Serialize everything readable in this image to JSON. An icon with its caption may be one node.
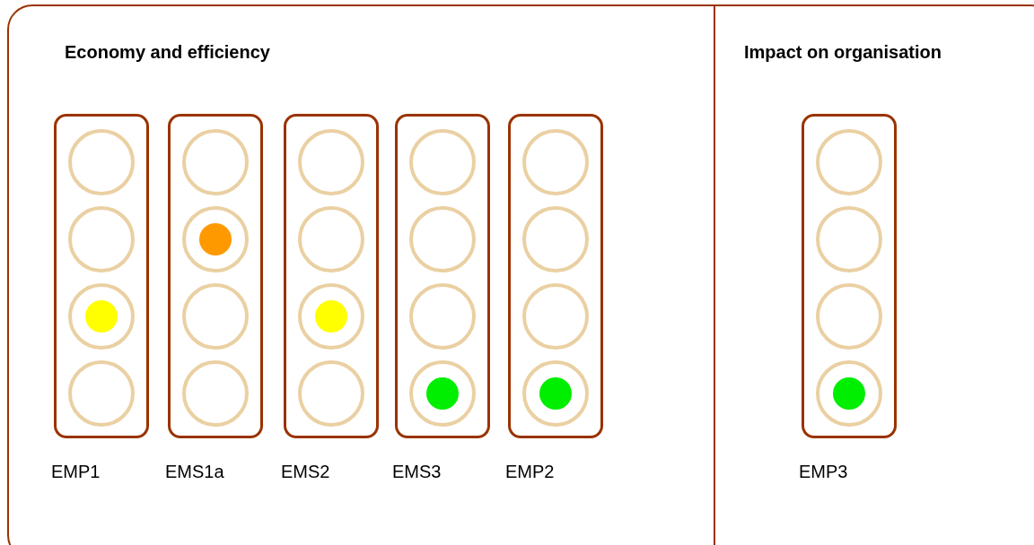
{
  "diagram": {
    "nodes": [
      {
        "text": [
          "Economy and efficiency"
        ]
      },
      {
        "text": [
          "EMP1"
        ],
        "in": 0
      },
      {
        "text": [],
        "shape": "circle",
        "in": 1
      },
      {
        "text": [],
        "shape": "circle",
        "in": 1
      },
      {
        "text": [],
        "shape": "circle",
        "in": 1
      },
      {
        "text": [],
        "shape": "circle",
        "in": 1
      },
      {
        "text": [
          "EMS1a"
        ],
        "in": 0
      },
      {
        "text": [],
        "shape": "circle",
        "in": 6
      },
      {
        "text": [],
        "shape": "circle",
        "in": 6
      },
      {
        "text": [],
        "shape": "circle",
        "in": 6
      },
      {
        "text": [],
        "shape": "circle",
        "in": 6
      },
      {
        "text": [
          "EMS2"
        ],
        "in": 0
      },
      {
        "text": [],
        "shape": "circle",
        "in": 11
      },
      {
        "text": [],
        "shape": "circle",
        "in": 11
      },
      {
        "text": [],
        "shape": "circle",
        "in": 11
      },
      {
        "text": [],
        "shape": "circle",
        "in": 11
      },
      {
        "text": [
          "EMS3"
        ],
        "in": 0
      },
      {
        "text": [],
        "shape": "circle",
        "in": 16
      },
      {
        "text": [],
        "shape": "circle",
        "in": 16
      },
      {
        "text": [],
        "shape": "circle",
        "in": 16
      },
      {
        "text": [],
        "shape": "circle",
        "in": 16
      },
      {
        "text": [
          "EMP2"
        ],
        "in": 0
      },
      {
        "text": [],
        "shape": "circle",
        "in": 21
      },
      {
        "text": [],
        "shape": "circle",
        "in": 21
      },
      {
        "text": [],
        "shape": "circle",
        "in": 21
      },
      {
        "text": [],
        "shape": "circle",
        "in": 21
      },
      {
        "text": [
          "Impact on organisation"
        ]
      },
      {
        "text": [
          "EMP3"
        ],
        "in": 26
      },
      {
        "text": [],
        "shape": "circle",
        "in": 27
      },
      {
        "text": [],
        "shape": "circle",
        "in": 27
      },
      {
        "text": [],
        "shape": "circle",
        "in": 27
      },
      {
        "text": [],
        "shape": "circle",
        "in": 27
      }
    ]
  }
}
